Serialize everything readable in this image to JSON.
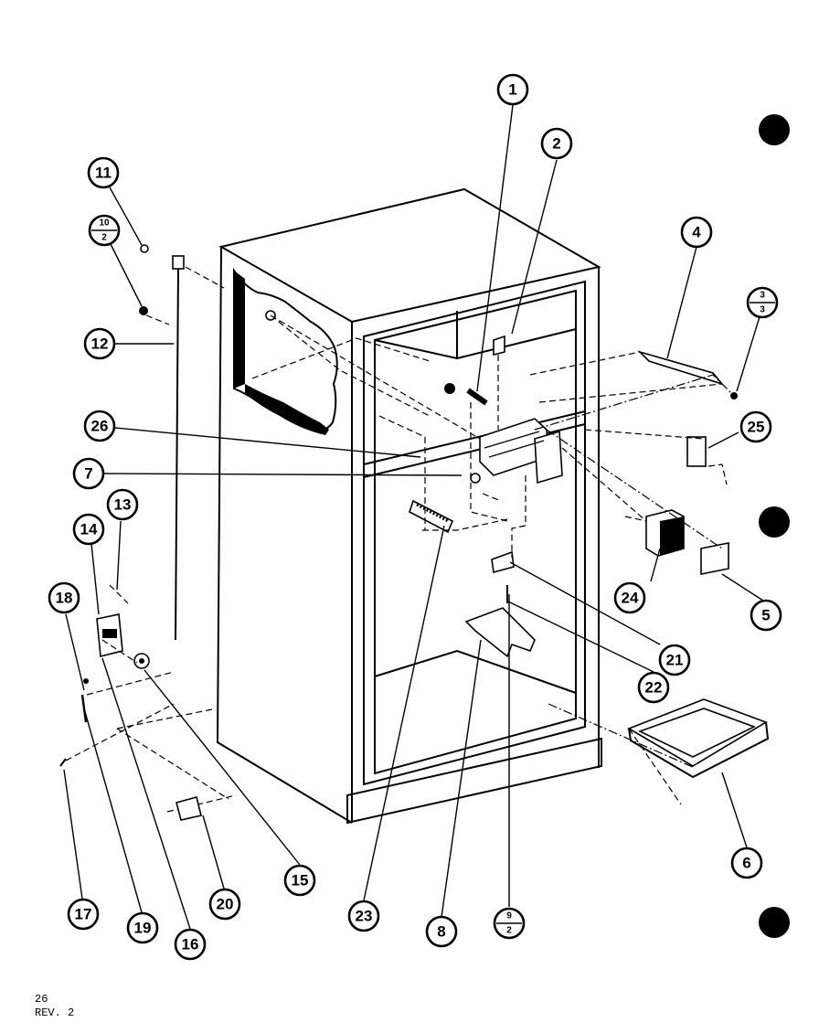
{
  "callouts": [
    {
      "label": "1"
    },
    {
      "label": "2"
    },
    {
      "label": "4"
    },
    {
      "label": "5"
    },
    {
      "label": "6"
    },
    {
      "label": "7"
    },
    {
      "label": "8"
    },
    {
      "label": "11"
    },
    {
      "label": "12"
    },
    {
      "label": "13"
    },
    {
      "label": "14"
    },
    {
      "label": "15"
    },
    {
      "label": "16"
    },
    {
      "label": "17"
    },
    {
      "label": "18"
    },
    {
      "label": "19"
    },
    {
      "label": "20"
    },
    {
      "label": "21"
    },
    {
      "label": "22"
    },
    {
      "label": "23"
    },
    {
      "label": "24"
    },
    {
      "label": "25"
    },
    {
      "label": "26"
    }
  ],
  "fraction_callouts": [
    {
      "top": "10",
      "bottom": "2"
    },
    {
      "top": "3",
      "bottom": "3"
    },
    {
      "top": "9",
      "bottom": "2"
    }
  ],
  "footer": {
    "page": "26",
    "revision": "REV. 2"
  }
}
